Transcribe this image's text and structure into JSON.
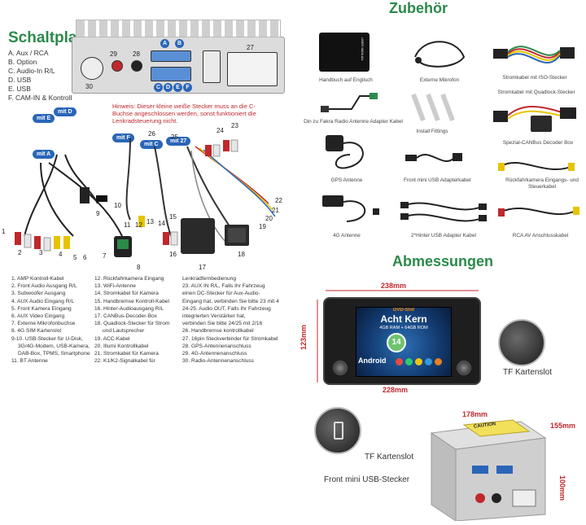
{
  "schaltplan": {
    "title": "Schaltplan",
    "legend": [
      "A. Aux / RCA",
      "B. Option",
      "C. Audio-In R/L",
      "D. USB",
      "E. USB",
      "F. CAM-IN & Kontroll"
    ],
    "panel_letters": [
      "A",
      "B",
      "C",
      "D",
      "E",
      "F"
    ],
    "panel_numbers": [
      "27",
      "28",
      "29",
      "30"
    ],
    "hint": "Hinweis: Dieser kleine weiße Stecker muss an die C-Buchse angeschlossen werden, sonst funktioniert die Lenkradsteuerung nicht.",
    "mit_labels": [
      "mit D",
      "mit E",
      "mit A",
      "mit F",
      "mit C",
      "mit 27"
    ],
    "wire_numbers": [
      "1",
      "2",
      "3",
      "4",
      "5",
      "6",
      "7",
      "8",
      "9",
      "10",
      "11",
      "12",
      "13",
      "14",
      "15",
      "16",
      "17",
      "18",
      "19",
      "20",
      "21",
      "22",
      "23",
      "24",
      "25",
      "26"
    ],
    "parts": [
      "1. AMP Kontroll-Kabel",
      "2. Front Audio Ausgang R/L",
      "3. Subwoofer Ausgang",
      "4. AUX Audio Eingang R/L",
      "5. Front Kamera Eingang",
      "6. AUX Video Eingang",
      "7. Externe Mikrofonbuchse",
      "8. 4G SIM Kartenslot",
      "9-10. USB-Stecker für U-Disk,",
      "3G/4G-Modem, USB-Kamera,",
      "DAB-Box, TPMS, Smartphone",
      "11. BT Antenne",
      "12. Rückfahrkamera Eingang",
      "13. WiFi-Antenne",
      "14. Stromkabel für Kamera",
      "15. Handbremse Kontroll-Kabel",
      "16. Hinter-Audioausgang R/L",
      "17. CANBus-Decoder-Box",
      "18. Quadlock-Stecker für Strom",
      "und Lautsprecher",
      "19. ACC-Kabel",
      "20. Illumi Kontrollkabel",
      "21. Stromkabel für Kamera",
      "22. K1/K2-Signalkabel für",
      "Lenkradfernbedienung",
      "23. AUX IN R/L, Falls Ihr Fahrzeug",
      "einen DC-Stecker für Aux-Audio-",
      "Eingang hat, verbinden Sie bitte 23 mit 4",
      "24-25. Audio OUT, Falls Ihr Fahrzeug",
      "integrierten Verstärker hat,",
      "verbinden Sie bitte 24/25 mit 2/16",
      "26. Handbremse kontrollkabel",
      "27. 16pin Steckverbinder für Stromkabel",
      "28. GPS-Antennenanschluss",
      "29. 4G-Antennenanschluss",
      "30. Radio-Antennenanschluss"
    ]
  },
  "zubehor": {
    "title": "Zubehör",
    "items": [
      "Handbuch auf Englisch",
      "Externe Mikrofon",
      "Stromkabel mit ISO-Stecker",
      "Stromkabel mit Quadlock-Stecker",
      "Din zu Fakra Radio Antenne Adapter Kabel",
      "Install Fittings",
      "Spezial-CANBus Decoder Box",
      "GPS Antenne",
      "Front mini USB Adapterkabel",
      "Rückfahrkamera Eingangs- und Steuerkabel",
      "4G Antenne",
      "2*Hinter USB Adapter Kabel",
      "RCA AV Anschlusskabel"
    ],
    "manual_text": "USER MANUAL"
  },
  "abmessungen": {
    "title": "Abmessungen",
    "width_top": "238mm",
    "height_left": "123mm",
    "width_bottom": "228mm",
    "depth": "178mm",
    "depth2": "155mm",
    "height_right": "100mm",
    "tf_slot_1": "TF Kartenslot",
    "tf_slot_2": "TF Kartenslot",
    "front_usb": "Front mini USB-Stecker",
    "screen": {
      "dvd_slot": "DVD-Slot",
      "cores": "Acht Kern",
      "ram": "4GB RAM + 64GB ROM",
      "android_version": "14",
      "android_label": "Android"
    },
    "caution_label": "CAUTION"
  },
  "colors": {
    "title_green": "#2b8a4a",
    "accent_red": "#c0282d",
    "connector_blue": "#2a66b8"
  }
}
